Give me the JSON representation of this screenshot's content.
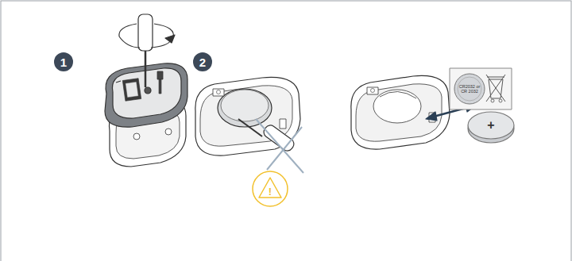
{
  "diagram": {
    "nodes": [
      {
        "text": [
          "1"
        ]
      },
      {
        "text": [
          "2"
        ]
      }
    ],
    "labels": [
      "!",
      "CR2032 or CR 2032",
      "+"
    ]
  }
}
